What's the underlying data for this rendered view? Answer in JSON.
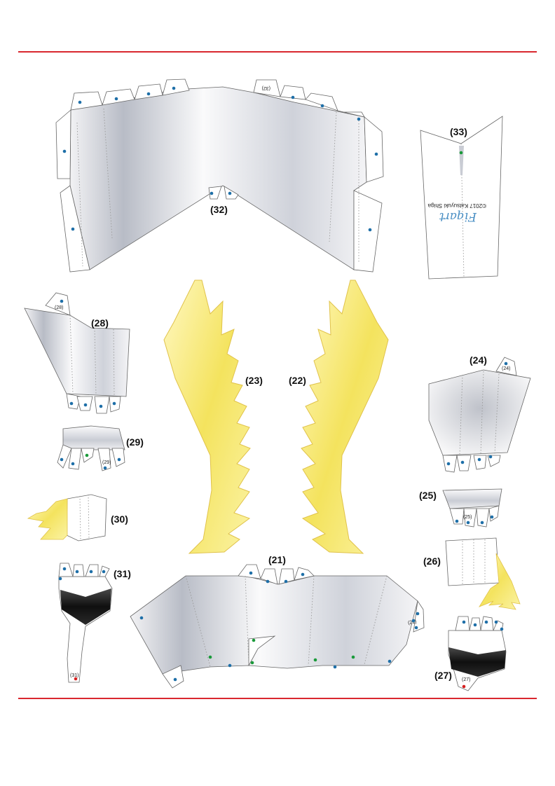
{
  "pieces": {
    "p21": "(21)",
    "p22": "(22)",
    "p23": "(23)",
    "p24": "(24)",
    "p25": "(25)",
    "p26": "(26)",
    "p27": "(27)",
    "p28": "(28)",
    "p29": "(29)",
    "p30": "(30)",
    "p31": "(31)",
    "p32": "(32)",
    "p33": "(33)"
  },
  "tabs": {
    "t21": "(21)",
    "t24": "(24)",
    "t25": "(25)",
    "t27": "(27)",
    "t28": "(28)",
    "t29": "(29)",
    "t31": "(31)",
    "t32": "(32)"
  },
  "logo": {
    "text": "Fiqart",
    "copyright": "©2017 Katsuyuki Shiga"
  },
  "colors": {
    "rule": "#d9272e",
    "dot_blue": "#1e6fa8",
    "dot_green": "#1a9a3a",
    "dot_red": "#d61f1f",
    "flame": "#f5e66a",
    "flame_edge": "#e0c24a",
    "dark_band": "#1c1c1c"
  }
}
